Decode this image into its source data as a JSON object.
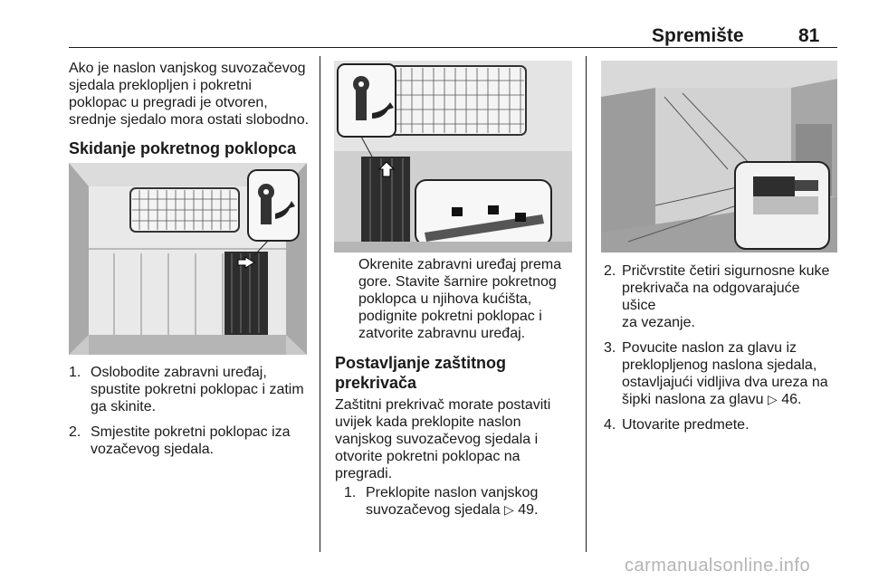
{
  "header": {
    "title": "Spremište",
    "page_number": "81"
  },
  "col1": {
    "intro": [
      "Ako je naslon vanjskog suvozačevog",
      "sjedala preklopljen i pokretni",
      "poklopac u pregradi je otvoren,",
      "srednje sjedalo mora ostati slobodno."
    ],
    "heading": "Skidanje pokretnog poklopca",
    "steps": [
      {
        "num": "1.",
        "lines": [
          "Oslobodite zabravni uređaj,",
          "spustite pokretni poklopac i zatim",
          "ga skinite."
        ]
      },
      {
        "num": "2.",
        "lines": [
          "Smjestite pokretni poklopac iza",
          "vozačevog sjedala."
        ]
      }
    ]
  },
  "col2": {
    "fig_caption": [
      "Okrenite zabravni uređaj prema",
      "gore. Stavite šarnire pokretnog",
      "poklopca u njihova kućišta,",
      "podignite pokretni poklopac i",
      "zatvorite zabravnu uređaj."
    ],
    "heading": "Postavljanje zaštitnog prekrivača",
    "para": [
      "Zaštitni prekrivač morate postaviti",
      "uvijek kada preklopite naslon",
      "vanjskog suvozačevog sjedala i",
      "otvorite pokretni poklopac na",
      "pregradi."
    ],
    "step1_num": "1.",
    "step1_lines": [
      "Preklopite naslon vanjskog"
    ],
    "step1_last": "suvozačevog sjedala",
    "step1_ref": "49."
  },
  "col3": {
    "step2_num": "2.",
    "step2_lines": [
      "Pričvrstite četiri sigurnosne kuke",
      "prekrivača na odgovarajuće ušice",
      "za vezanje."
    ],
    "step3_num": "3.",
    "step3_lines": [
      "Povucite naslon za glavu iz",
      "preklopljenog naslona sjedala,",
      "ostavljajući vidljiva dva ureza na"
    ],
    "step3_last": "šipki naslona za glavu",
    "step3_ref": "46.",
    "step4_num": "4.",
    "step4_text": "Utovarite predmete."
  },
  "icons": {
    "ref_arrow": "▷"
  },
  "watermark": "carmanualsonline.info"
}
